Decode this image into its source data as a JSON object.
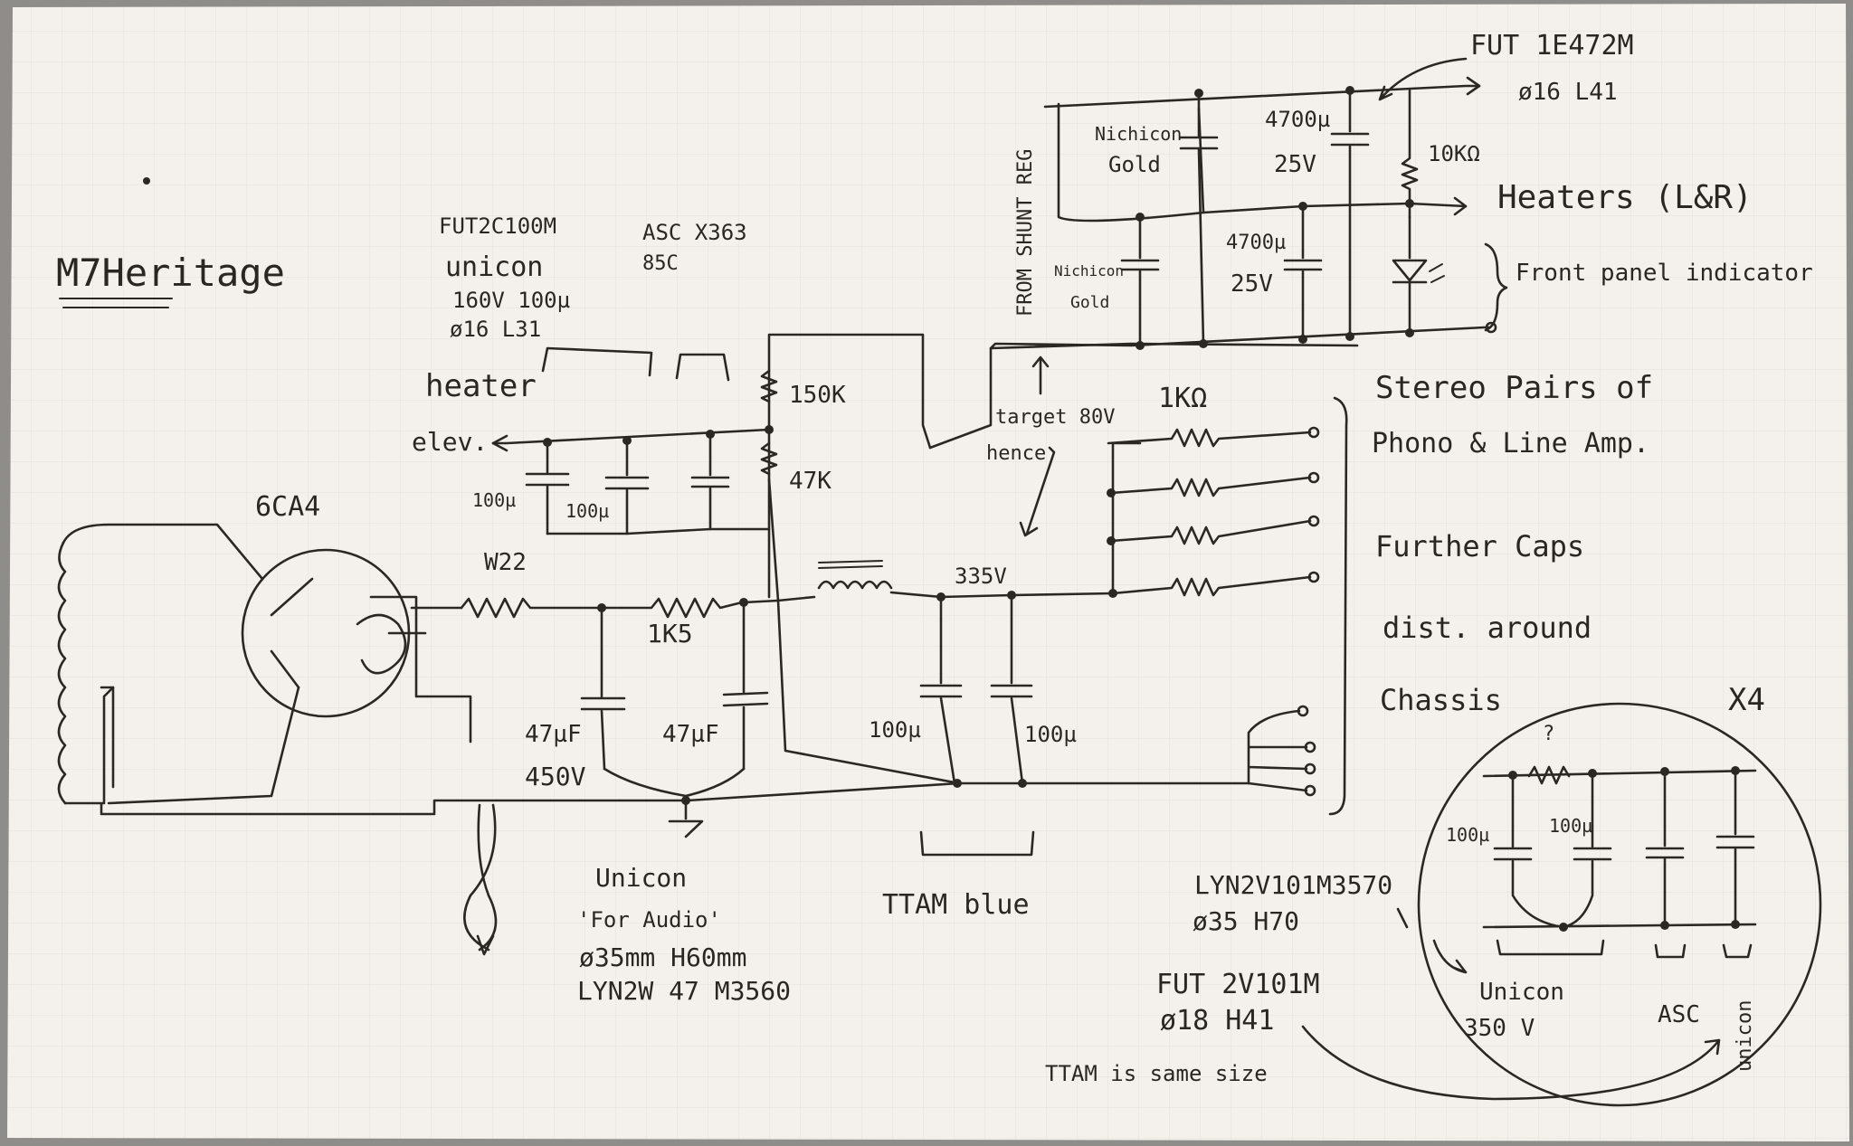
{
  "paper": {
    "background": "#f4f1ec",
    "grid": "#c9c6c0",
    "ink": "#2b2824"
  },
  "title": "M7Heritage",
  "labels": {
    "tube": "6CA4",
    "heater_elev": "heater",
    "heater_elev_2": "elev.",
    "fut2c100m": "FUT2C100M",
    "unicon_a": "unicon",
    "unicon_a_spec": "160V 100µ",
    "unicon_a_size": "ø16 L31",
    "asc_x363": "ASC X363",
    "asc_85c": "85C",
    "cap_100u_1": "100µ",
    "cap_100u_2": "100µ",
    "r_150k": "150K",
    "r_47k": "47K",
    "r_w22": "W22",
    "r_1k5": "1K5",
    "cap_47u_1": "47µF",
    "cap_47u_2": "47µF",
    "v_450": "450V",
    "v_335": "335V",
    "target_80v": "target 80V",
    "hence": "hence",
    "cap_100u_3": "100µ",
    "cap_100u_4": "100µ",
    "r_1k": "1KΩ",
    "stereo_pairs": "Stereo Pairs of",
    "phono_line": "Phono & Line Amp.",
    "further_caps": "Further Caps",
    "dist_around": "dist. around",
    "chassis": "Chassis",
    "unicon_b": "Unicon",
    "for_audio": "'For Audio'",
    "unicon_b_size": "ø35mm H60mm",
    "lyn2w47": "LYN2W 47 M3560",
    "ttam_blue": "TTAM blue",
    "lyn2v101m3570": "LYN2V101M3570",
    "lyn_size": "ø35 H70",
    "fut2v101m": "FUT 2V101M",
    "fut_size": "ø18 H41",
    "ttam_same": "TTAM is same size",
    "x4": "X4",
    "inset_100u_1": "100µ",
    "inset_100u_2": "100µ",
    "inset_q": "?",
    "inset_unicon": "Unicon",
    "inset_350v": "350 V",
    "inset_asc": "ASC",
    "inset_unicon_vert": "unicon",
    "from_shunt": "FROM SHUNT REG",
    "nichicon_gold_1": "Nichicon",
    "nichicon_gold_1b": "Gold",
    "nichicon_gold_2": "Nichicon",
    "nichicon_gold_2b": "Gold",
    "cap_4700_1": "4700µ",
    "v_25_1": "25V",
    "cap_4700_2": "4700µ",
    "v_25_2": "25V",
    "r_10k": "10KΩ",
    "heaters": "Heaters (L&R)",
    "front_panel": "Front panel indicator",
    "fut1e472m": "FUT 1E472M",
    "fut1e_size": "ø16 L41"
  }
}
